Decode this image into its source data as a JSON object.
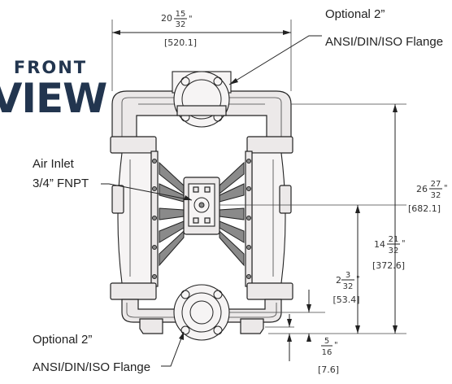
{
  "title": {
    "line1": "FRONT",
    "line2": "VIEW"
  },
  "callouts": {
    "top_flange": {
      "line1": "Optional 2”",
      "line2": "ANSI/DIN/ISO Flange"
    },
    "air_inlet": {
      "line1": "Air Inlet",
      "line2": "3/4” FNPT"
    },
    "bottom_flange": {
      "line1": "Optional 2”",
      "line2": "ANSI/DIN/ISO Flange"
    }
  },
  "dimensions": {
    "width": {
      "whole": "20",
      "num": "15",
      "den": "32",
      "inch": "\"",
      "metric": "[520.1]"
    },
    "height": {
      "whole": "26",
      "num": "27",
      "den": "32",
      "inch": "\"",
      "metric": "[682.1]"
    },
    "air_inlet_height": {
      "whole": "14",
      "num": "21",
      "den": "32",
      "inch": "\"",
      "metric": "[372.6]"
    },
    "outlet_height": {
      "whole": "2",
      "num": "3",
      "den": "32",
      "inch": "\"",
      "metric": "[53.4]"
    },
    "foot_offset": {
      "whole": "",
      "num": "5",
      "den": "16",
      "inch": "\"",
      "metric": "[7.6]"
    }
  }
}
